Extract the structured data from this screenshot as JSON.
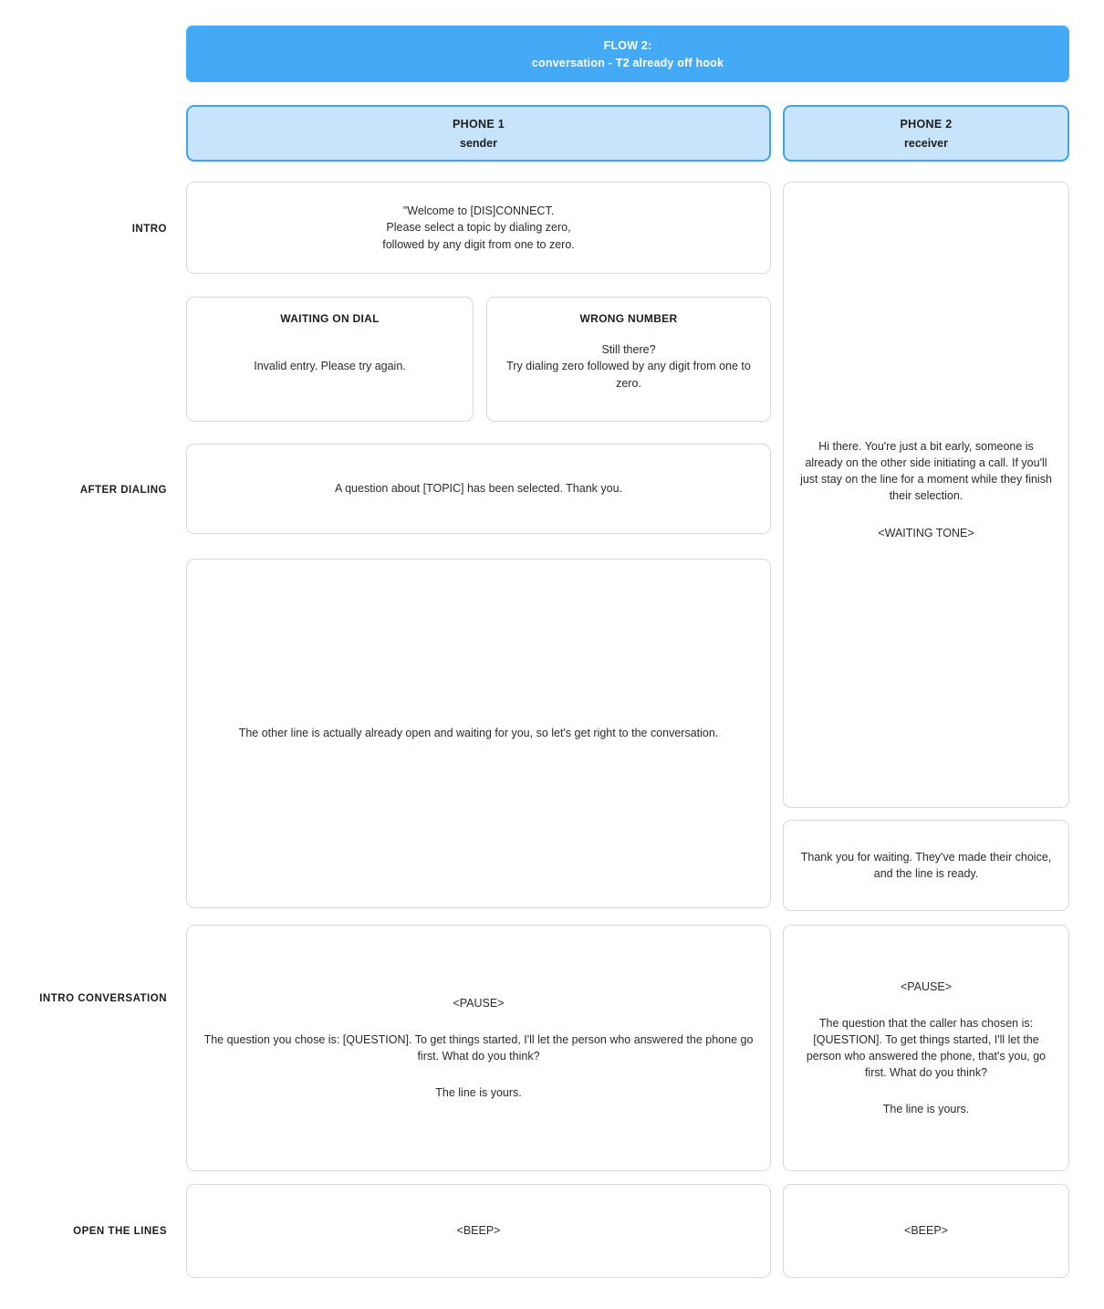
{
  "banner": {
    "line1": "FLOW 2:",
    "line2": "conversation - T2 already off hook",
    "color": "#44aaf5"
  },
  "columns": {
    "phone1": {
      "title": "PHONE 1",
      "subtitle": "sender"
    },
    "phone2": {
      "title": "PHONE 2",
      "subtitle": "receiver"
    },
    "header_fill": "#c7e4fb",
    "header_border": "#3fa3ee"
  },
  "row_labels": {
    "intro": "INTRO",
    "after_dialing": "AFTER DIALING",
    "intro_conversation": "INTRO CONVERSATION",
    "open_the_lines": "OPEN THE LINES"
  },
  "phone1": {
    "intro": {
      "body": "\"Welcome to [DIS]CONNECT.\nPlease select a topic by dialing zero,\nfollowed by any digit from one to zero."
    },
    "waiting_on_dial": {
      "title": "WAITING ON DIAL",
      "body": "Invalid entry. Please try again."
    },
    "wrong_number": {
      "title": "WRONG NUMBER",
      "body": "Still there?\nTry dialing zero followed by any digit from one to zero."
    },
    "after_dialing": {
      "body": "A question about [TOPIC] has been selected. Thank you."
    },
    "open_line": {
      "body": "The other line is actually already open and waiting for you, so let's get right to the conversation."
    },
    "intro_conversation": {
      "pause": "<PAUSE>",
      "body": "The question you chose is: [QUESTION]. To get things started, I'll let the person who answered the phone go first. What do you think?",
      "closing": "The line is yours."
    },
    "open_the_lines": {
      "beep": "<BEEP>"
    }
  },
  "phone2": {
    "waiting": {
      "body": "Hi there. You're just a bit early, someone is already on the other side initiating a call. If you'll just stay on the line for a moment while they finish their selection.",
      "tone": "<WAITING TONE>"
    },
    "thank_you": {
      "body": "Thank you for waiting. They've made their choice, and the line is ready."
    },
    "intro_conversation": {
      "pause": "<PAUSE>",
      "body": "The question that the caller has chosen is: [QUESTION]. To get things started, I'll let the person who answered the phone, that's you, go first. What do you think?",
      "closing": "The line is yours."
    },
    "open_the_lines": {
      "beep": "<BEEP>"
    }
  }
}
